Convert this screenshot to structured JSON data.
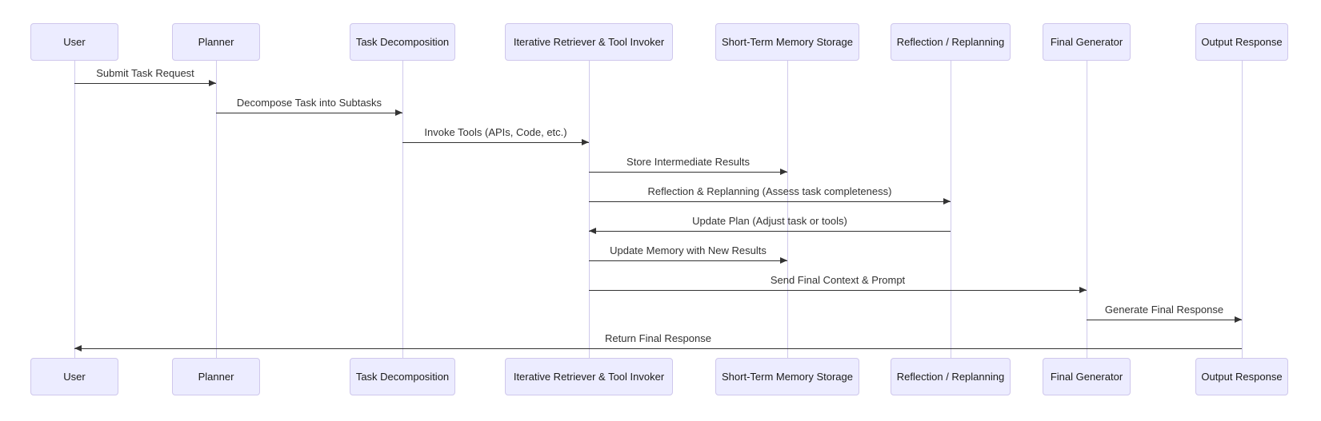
{
  "diagram": {
    "type": "sequence-diagram",
    "actors": [
      {
        "label": "User"
      },
      {
        "label": "Planner"
      },
      {
        "label": "Task Decomposition"
      },
      {
        "label": "Iterative Retriever & Tool Invoker"
      },
      {
        "label": "Short-Term Memory Storage"
      },
      {
        "label": "Reflection / Replanning"
      },
      {
        "label": "Final Generator"
      },
      {
        "label": "Output Response"
      }
    ],
    "messages": [
      {
        "label": "Submit Task Request",
        "from": "User",
        "to": "Planner",
        "direction": "right"
      },
      {
        "label": "Decompose Task into Subtasks",
        "from": "Planner",
        "to": "Task Decomposition",
        "direction": "right"
      },
      {
        "label": "Invoke Tools (APIs, Code, etc.)",
        "from": "Task Decomposition",
        "to": "Iterative Retriever & Tool Invoker",
        "direction": "right"
      },
      {
        "label": "Store Intermediate Results",
        "from": "Iterative Retriever & Tool Invoker",
        "to": "Short-Term Memory Storage",
        "direction": "right"
      },
      {
        "label": "Reflection & Replanning (Assess task completeness)",
        "from": "Iterative Retriever & Tool Invoker",
        "to": "Reflection / Replanning",
        "direction": "right"
      },
      {
        "label": "Update Plan (Adjust task or tools)",
        "from": "Reflection / Replanning",
        "to": "Iterative Retriever & Tool Invoker",
        "direction": "left"
      },
      {
        "label": "Update Memory with New Results",
        "from": "Iterative Retriever & Tool Invoker",
        "to": "Short-Term Memory Storage",
        "direction": "right"
      },
      {
        "label": "Send Final Context & Prompt",
        "from": "Iterative Retriever & Tool Invoker",
        "to": "Final Generator",
        "direction": "right"
      },
      {
        "label": "Generate Final Response",
        "from": "Final Generator",
        "to": "Output Response",
        "direction": "right"
      },
      {
        "label": "Return Final Response",
        "from": "Output Response",
        "to": "User",
        "direction": "left"
      }
    ],
    "colors": {
      "actor_fill": "#ECECFF",
      "actor_border": "#CFC7EC",
      "lifeline": "#CFC9EC",
      "arrow": "#333333",
      "text": "#333333",
      "background": "#FFFFFF"
    }
  }
}
